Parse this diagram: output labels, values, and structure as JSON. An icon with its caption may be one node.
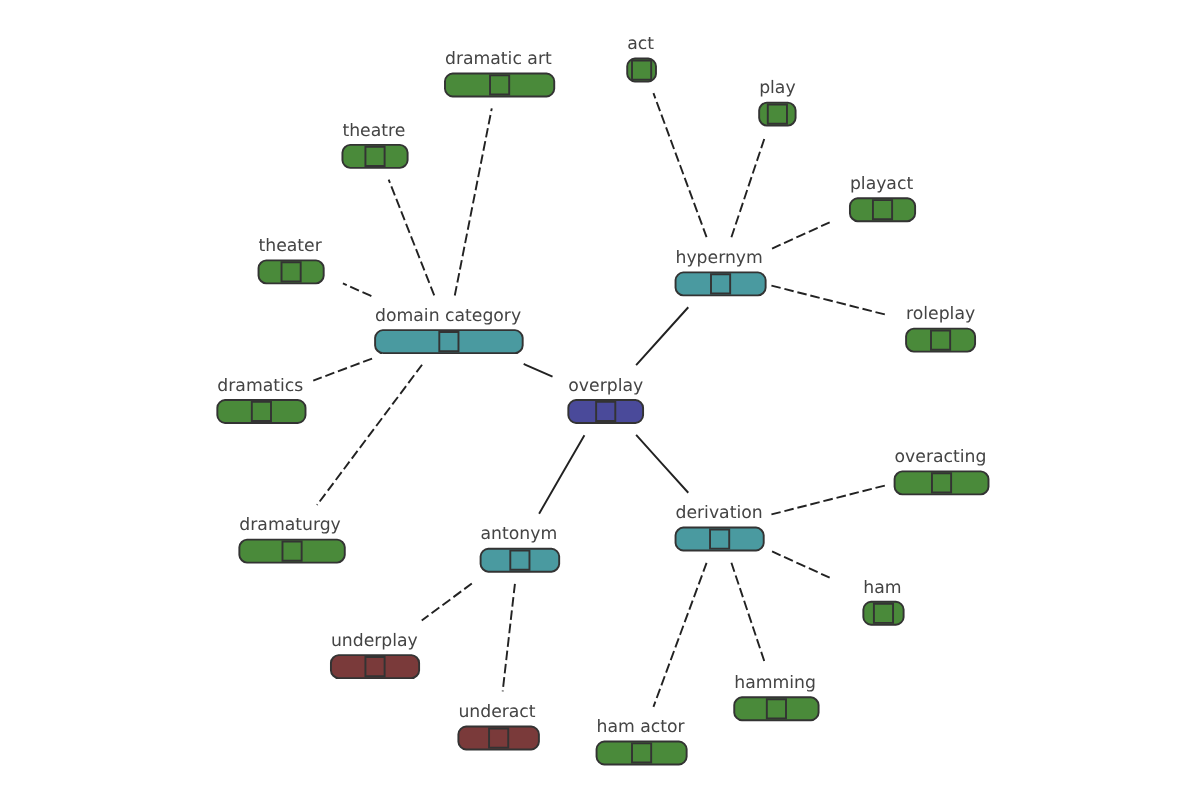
{
  "diagram": {
    "nodes": [
      {
        "text": [
          "overplay"
        ]
      },
      {
        "text": [
          "hypernym"
        ]
      },
      {
        "text": [
          "domain category"
        ]
      },
      {
        "text": [
          "antonym"
        ]
      },
      {
        "text": [
          "derivation"
        ]
      },
      {
        "text": [
          "roleplay"
        ]
      },
      {
        "text": [
          "playact"
        ]
      },
      {
        "text": [
          "play"
        ]
      },
      {
        "text": [
          "act"
        ]
      },
      {
        "text": [
          "dramatic art"
        ]
      },
      {
        "text": [
          "theatre"
        ]
      },
      {
        "text": [
          "theater"
        ]
      },
      {
        "text": [
          "dramatics"
        ]
      },
      {
        "text": [
          "dramaturgy"
        ]
      },
      {
        "text": [
          "underplay"
        ]
      },
      {
        "text": [
          "underact"
        ]
      },
      {
        "text": [
          "ham actor"
        ]
      },
      {
        "text": [
          "hamming"
        ]
      },
      {
        "text": [
          "ham"
        ]
      },
      {
        "text": [
          "overacting"
        ]
      }
    ],
    "edges": [
      {
        "from": 0,
        "to": 1,
        "arrow": "none"
      },
      {
        "from": 0,
        "to": 2,
        "arrow": "none"
      },
      {
        "from": 0,
        "to": 3,
        "arrow": "none"
      },
      {
        "from": 0,
        "to": 4,
        "arrow": "none"
      },
      {
        "from": 1,
        "to": 5,
        "arrow": "none",
        "style": "dashed"
      },
      {
        "from": 1,
        "to": 6,
        "arrow": "none",
        "style": "dashed"
      },
      {
        "from": 1,
        "to": 7,
        "arrow": "none",
        "style": "dashed"
      },
      {
        "from": 1,
        "to": 8,
        "arrow": "none",
        "style": "dashed"
      },
      {
        "from": 2,
        "to": 9,
        "arrow": "none",
        "style": "dashed"
      },
      {
        "from": 2,
        "to": 10,
        "arrow": "none",
        "style": "dashed"
      },
      {
        "from": 2,
        "to": 11,
        "arrow": "none",
        "style": "dashed"
      },
      {
        "from": 2,
        "to": 12,
        "arrow": "none",
        "style": "dashed"
      },
      {
        "from": 2,
        "to": 13,
        "arrow": "none",
        "style": "dashed"
      },
      {
        "from": 3,
        "to": 14,
        "arrow": "none",
        "style": "dashed"
      },
      {
        "from": 3,
        "to": 15,
        "arrow": "none",
        "style": "dashed"
      },
      {
        "from": 4,
        "to": 16,
        "arrow": "none",
        "style": "dashed"
      },
      {
        "from": 4,
        "to": 17,
        "arrow": "none",
        "style": "dashed"
      },
      {
        "from": 4,
        "to": 18,
        "arrow": "none",
        "style": "dashed"
      },
      {
        "from": 4,
        "to": 19,
        "arrow": "none",
        "style": "dashed"
      }
    ]
  }
}
